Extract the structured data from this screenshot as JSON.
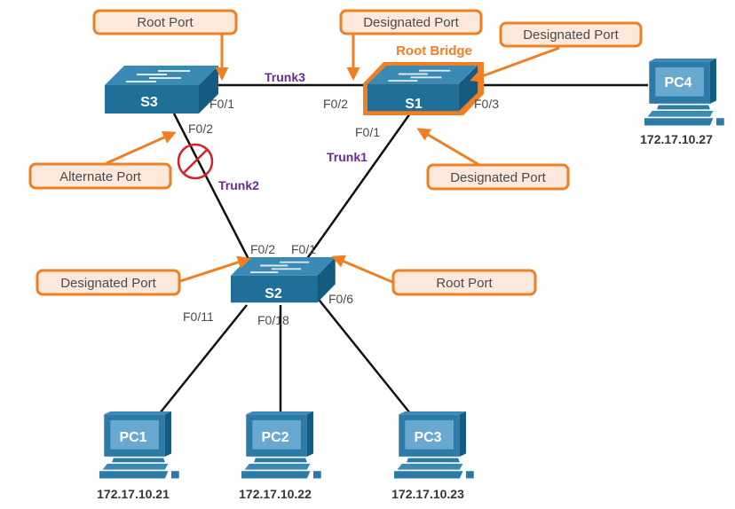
{
  "colors": {
    "callout_border": "#f07f22",
    "callout_fill": "#fde9dc",
    "arrow": "#f07f22",
    "switch_top": "#3b89b5",
    "switch_front": "#1f6f99",
    "switch_side": "#155a80",
    "pc_body": "#2b7aa8",
    "pc_screen": "#6aa9cf",
    "trunk_label": "#6a2b8f",
    "blocked": "#d8202a",
    "link": "#111111",
    "root_bridge": "#f07f22"
  },
  "switches": [
    {
      "id": "S1",
      "label": "S1",
      "role": "root-bridge"
    },
    {
      "id": "S2",
      "label": "S2"
    },
    {
      "id": "S3",
      "label": "S3"
    }
  ],
  "root_bridge_label": "Root Bridge",
  "pcs": [
    {
      "id": "PC1",
      "label": "PC1",
      "ip": "172.17.10.21"
    },
    {
      "id": "PC2",
      "label": "PC2",
      "ip": "172.17.10.22"
    },
    {
      "id": "PC3",
      "label": "PC3",
      "ip": "172.17.10.23"
    },
    {
      "id": "PC4",
      "label": "PC4",
      "ip": "172.17.10.27"
    }
  ],
  "trunks": [
    {
      "label": "Trunk1",
      "from": "S1 F0/1",
      "to": "S2 F0/1"
    },
    {
      "label": "Trunk2",
      "from": "S3 F0/2",
      "to": "S2 F0/2",
      "blocked": true
    },
    {
      "label": "Trunk3",
      "from": "S3 F0/1",
      "to": "S1 F0/2"
    }
  ],
  "ports": {
    "s3_f01": "F0/1",
    "s3_f02": "F0/2",
    "s1_f02": "F0/2",
    "s1_f01": "F0/1",
    "s1_f03": "F0/3",
    "s2_f02": "F0/2",
    "s2_f01": "F0/1",
    "s2_f06": "F0/6",
    "s2_f011": "F0/11",
    "s2_f018": "F0/18"
  },
  "callouts": {
    "s3_root_port": "Root Port",
    "s3_alternate_port": "Alternate Port",
    "s1_designated_f02": "Designated Port",
    "s1_designated_f03": "Designated Port",
    "s1_designated_f01": "Designated Port",
    "s2_designated_port": "Designated Port",
    "s2_root_port": "Root Port"
  }
}
